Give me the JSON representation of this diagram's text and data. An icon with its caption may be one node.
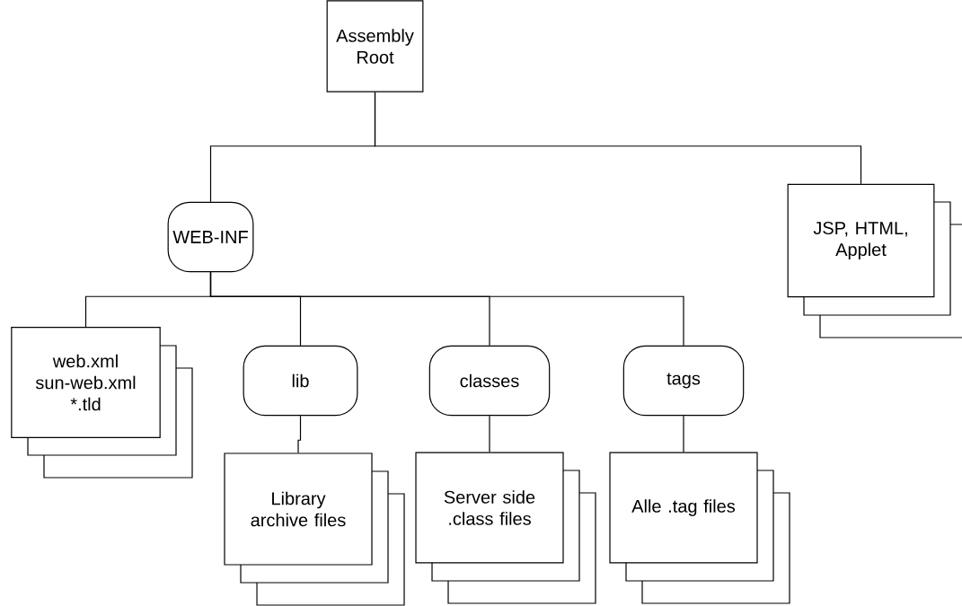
{
  "diagram": {
    "nodes": [
      {
        "text": [
          "Assembly Root"
        ]
      },
      {
        "text": [
          "WEB-INF"
        ]
      },
      {
        "text": [
          "JSP, HTML, Applet"
        ]
      },
      {
        "text": [
          "web.xml",
          "sun-web.xml",
          "*.tld"
        ]
      },
      {
        "text": [
          "lib"
        ]
      },
      {
        "text": [
          "classes"
        ]
      },
      {
        "text": [
          "tags"
        ]
      },
      {
        "text": [
          "Library archive files"
        ]
      },
      {
        "text": [
          "Server side .class files"
        ]
      },
      {
        "text": [
          "Alle .tag files"
        ]
      }
    ],
    "edges": [
      {
        "from": 0,
        "to": 1,
        "arrow": "none"
      },
      {
        "from": 0,
        "to": 2,
        "arrow": "none"
      },
      {
        "from": 1,
        "to": 3,
        "arrow": "none"
      },
      {
        "from": 1,
        "to": 4,
        "arrow": "none"
      },
      {
        "from": 1,
        "to": 5,
        "arrow": "none"
      },
      {
        "from": 1,
        "to": 6,
        "arrow": "none"
      },
      {
        "from": 4,
        "to": 7,
        "arrow": "none"
      },
      {
        "from": 5,
        "to": 8,
        "arrow": "none"
      },
      {
        "from": 6,
        "to": 9,
        "arrow": "none"
      }
    ]
  }
}
